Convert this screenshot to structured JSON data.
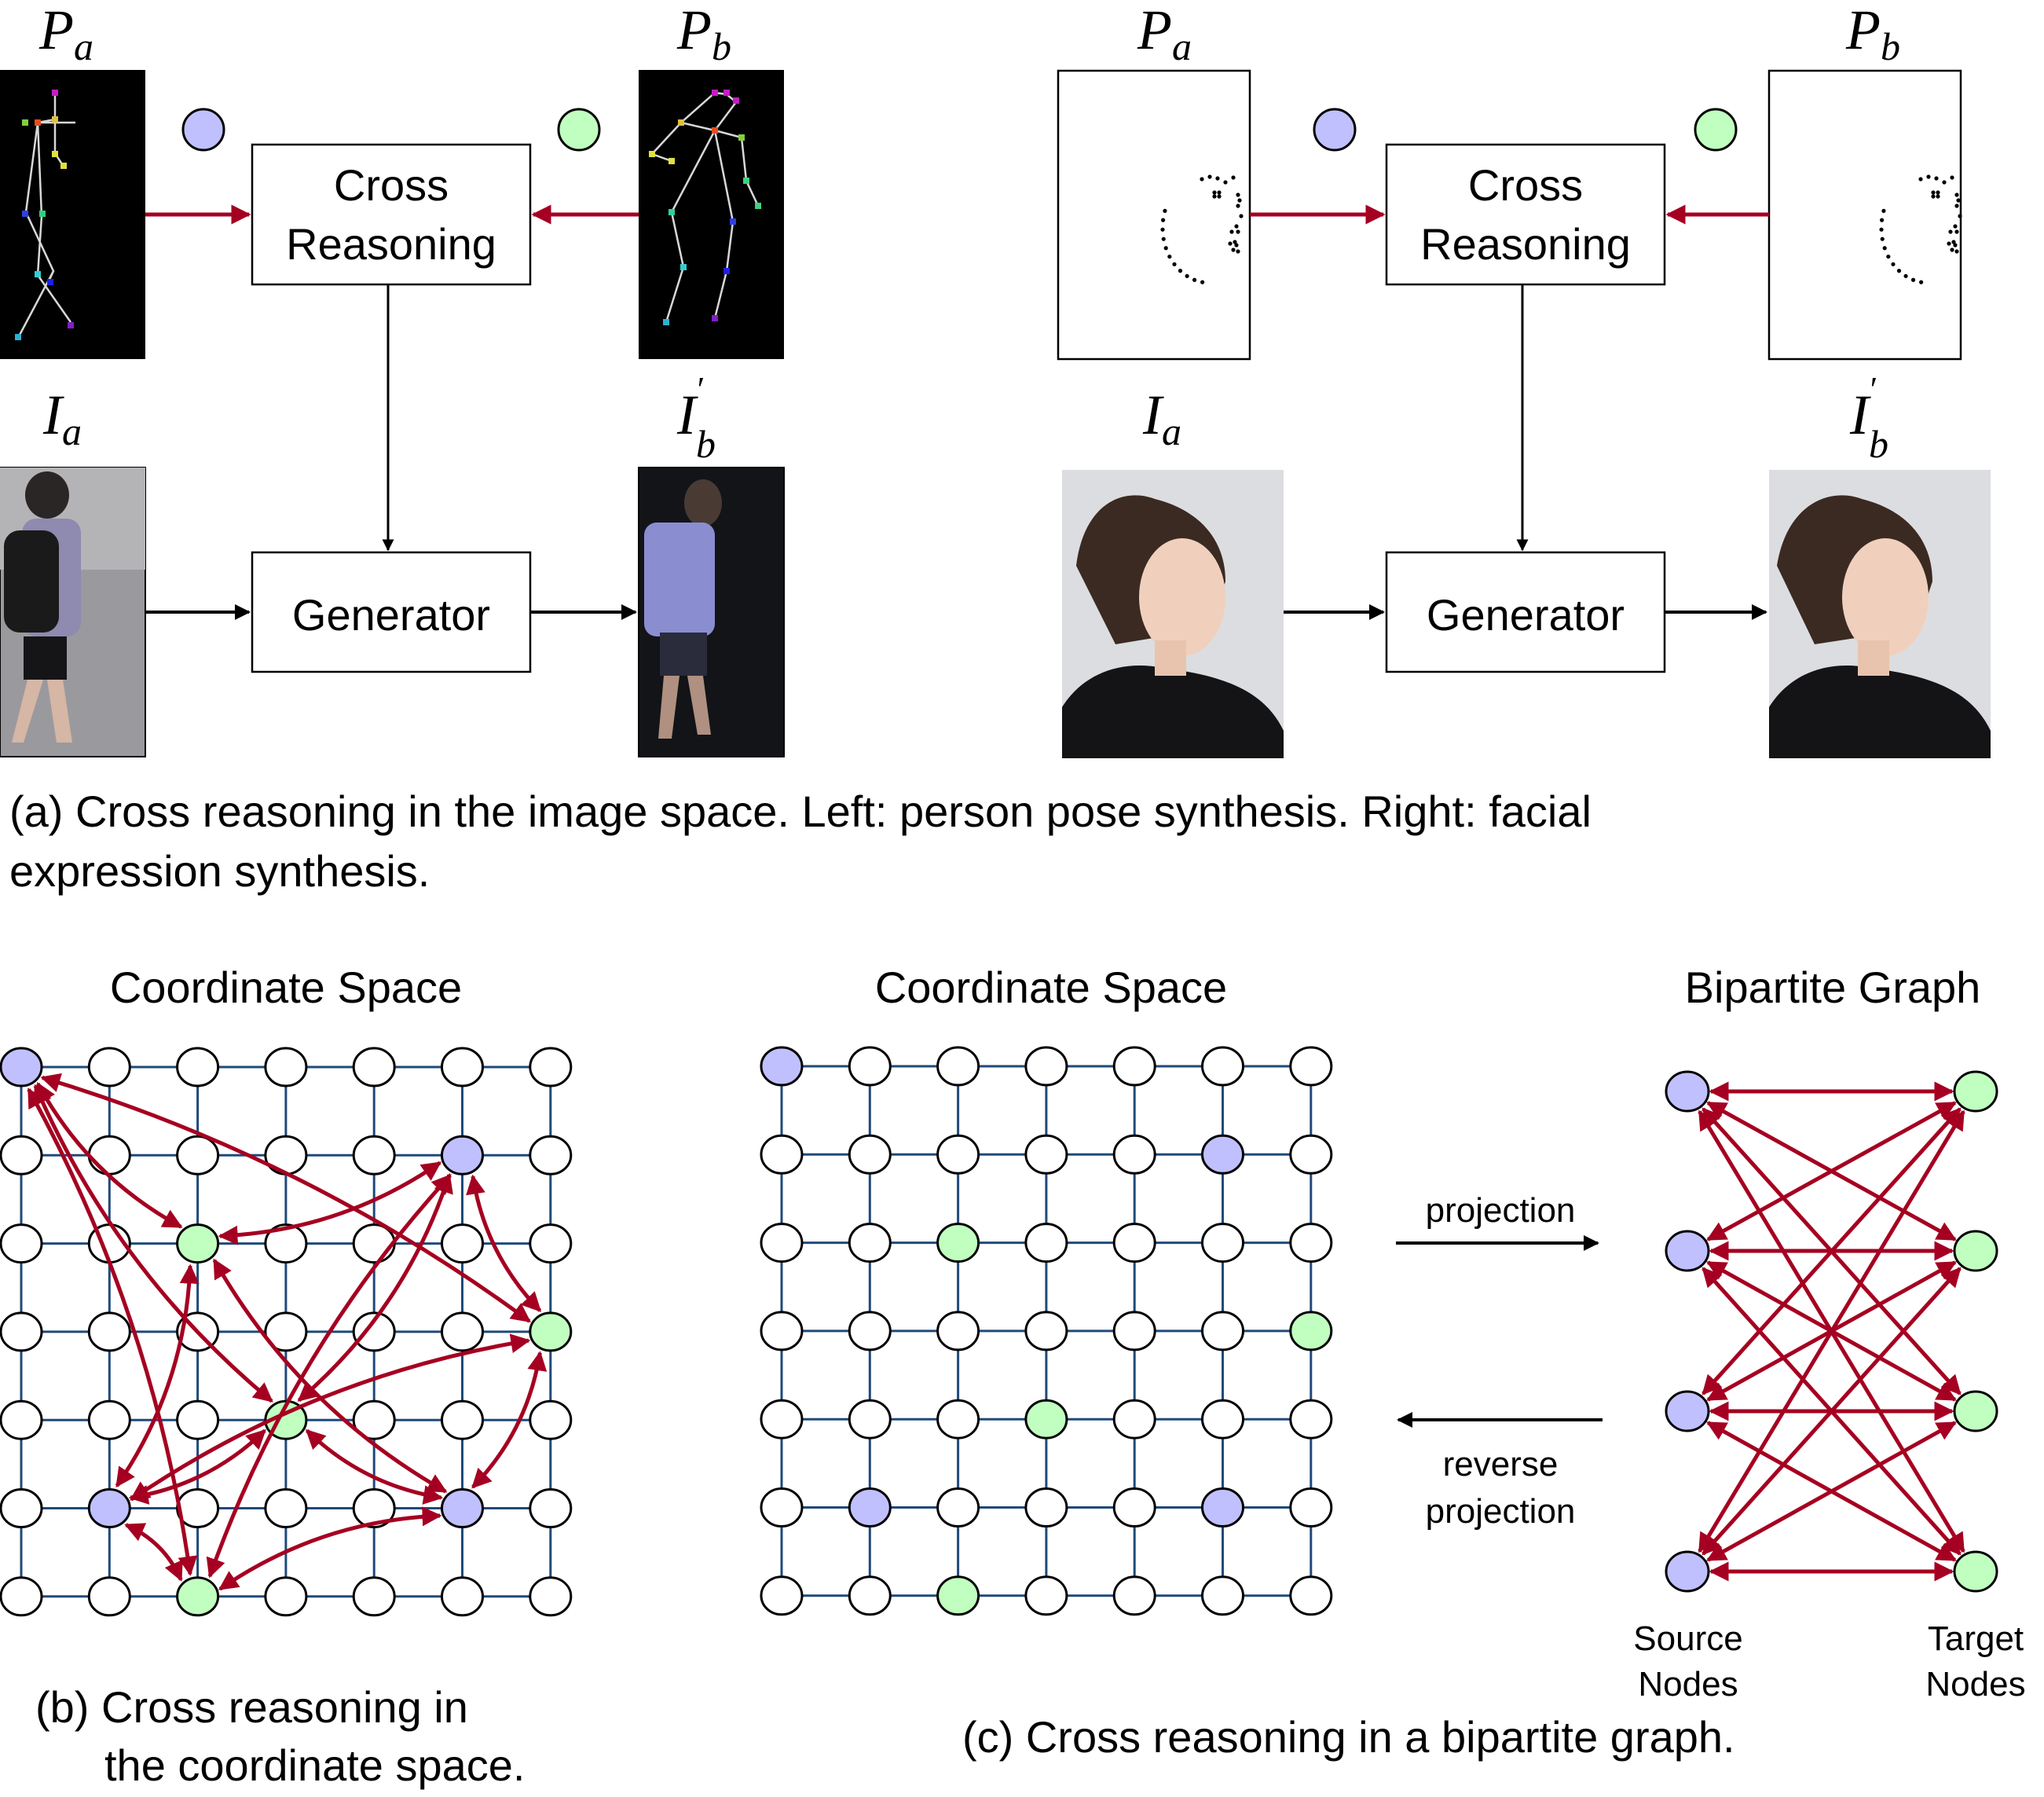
{
  "colors": {
    "source_fill": "#c0c0ff",
    "target_fill": "#c0ffc0",
    "plain_fill": "#ffffff",
    "relation_arrow": "#a50021",
    "flow_arrow": "#000000",
    "grid_line": "#1f4a7a",
    "node_stroke": "#000000"
  },
  "panel_a": {
    "caption_line1": "(a) Cross reasoning in the image space. Left: person pose synthesis. Right: facial",
    "caption_line2": "expression synthesis.",
    "left": {
      "name": "person pose synthesis",
      "labels": {
        "pa_main": "P",
        "pa_sub": "a",
        "pb_main": "P",
        "pb_sub": "b",
        "ia_main": "I",
        "ia_sub": "a",
        "ib_main": "I",
        "ib_sub": "b",
        "ib_prime": "′"
      },
      "cross_reasoning_line1": "Cross",
      "cross_reasoning_line2": "Reasoning",
      "generator": "Generator",
      "pa_image": "pose skeleton (source)",
      "pb_image": "pose skeleton (target)",
      "ia_image": "person with backpack photo",
      "ib_image": "generated person photo"
    },
    "right": {
      "name": "facial expression synthesis",
      "labels": {
        "pa_main": "P",
        "pa_sub": "a",
        "pb_main": "P",
        "pb_sub": "b",
        "ia_main": "I",
        "ia_sub": "a",
        "ib_main": "I",
        "ib_sub": "b",
        "ib_prime": "′"
      },
      "cross_reasoning_line1": "Cross",
      "cross_reasoning_line2": "Reasoning",
      "generator": "Generator",
      "pa_image": "facial landmarks (source)",
      "pb_image": "facial landmarks (target)",
      "ia_image": "neutral face photo",
      "ib_image": "generated expression face photo"
    }
  },
  "panel_b": {
    "title": "Coordinate Space",
    "caption_line1": "(b) Cross reasoning in",
    "caption_line2": "the coordinate space.",
    "grid": {
      "rows": 7,
      "cols": 7
    },
    "source_nodes": [
      [
        0,
        0
      ],
      [
        1,
        5
      ],
      [
        5,
        1
      ],
      [
        5,
        5
      ]
    ],
    "target_nodes": [
      [
        2,
        2
      ],
      [
        3,
        6
      ],
      [
        4,
        3
      ],
      [
        6,
        2
      ]
    ],
    "edges": "all source-target pairs, bidirectional"
  },
  "panel_c": {
    "title_grid": "Coordinate Space",
    "title_graph": "Bipartite Graph",
    "projection_label": "projection",
    "reverse_label_line1": "reverse",
    "reverse_label_line2": "projection",
    "source_label_line1": "Source",
    "source_label_line2": "Nodes",
    "target_label_line1": "Target",
    "target_label_line2": "Nodes",
    "caption": "(c) Cross reasoning in a bipartite graph.",
    "grid": {
      "rows": 7,
      "cols": 7
    },
    "source_nodes": [
      [
        0,
        0
      ],
      [
        1,
        5
      ],
      [
        5,
        1
      ],
      [
        5,
        5
      ]
    ],
    "target_nodes": [
      [
        2,
        2
      ],
      [
        3,
        6
      ],
      [
        4,
        3
      ],
      [
        6,
        2
      ]
    ],
    "bipartite": {
      "source_count": 4,
      "target_count": 4,
      "edges": "complete, bidirectional"
    }
  }
}
